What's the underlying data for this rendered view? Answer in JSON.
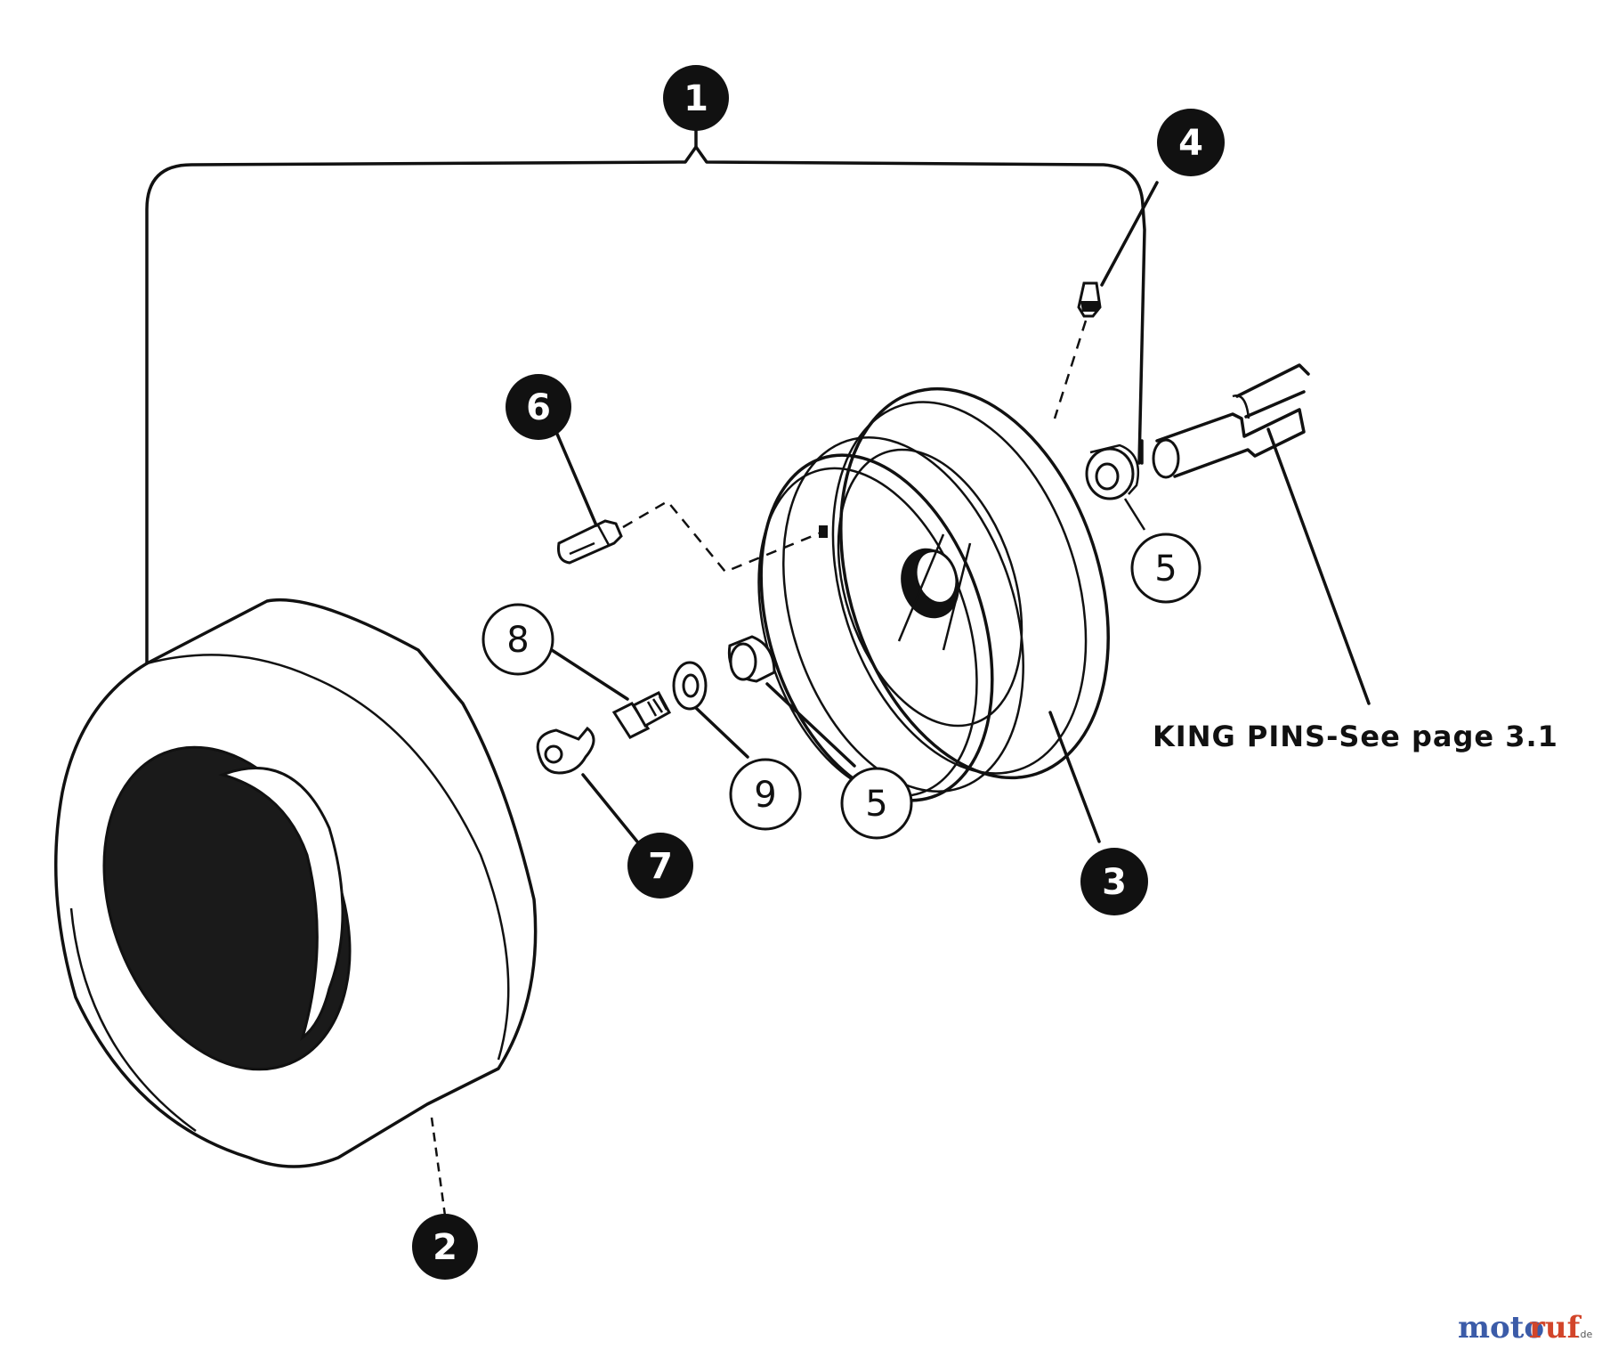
{
  "callouts": {
    "c1": "1",
    "c2": "2",
    "c3": "3",
    "c4": "4",
    "c5a": "5",
    "c5b": "5",
    "c6": "6",
    "c7": "7",
    "c8": "8",
    "c9": "9"
  },
  "note": "KING PINS-See page 3.1",
  "watermark": {
    "part1": "moto",
    "part2": "ruf",
    "suffix": ".de"
  }
}
